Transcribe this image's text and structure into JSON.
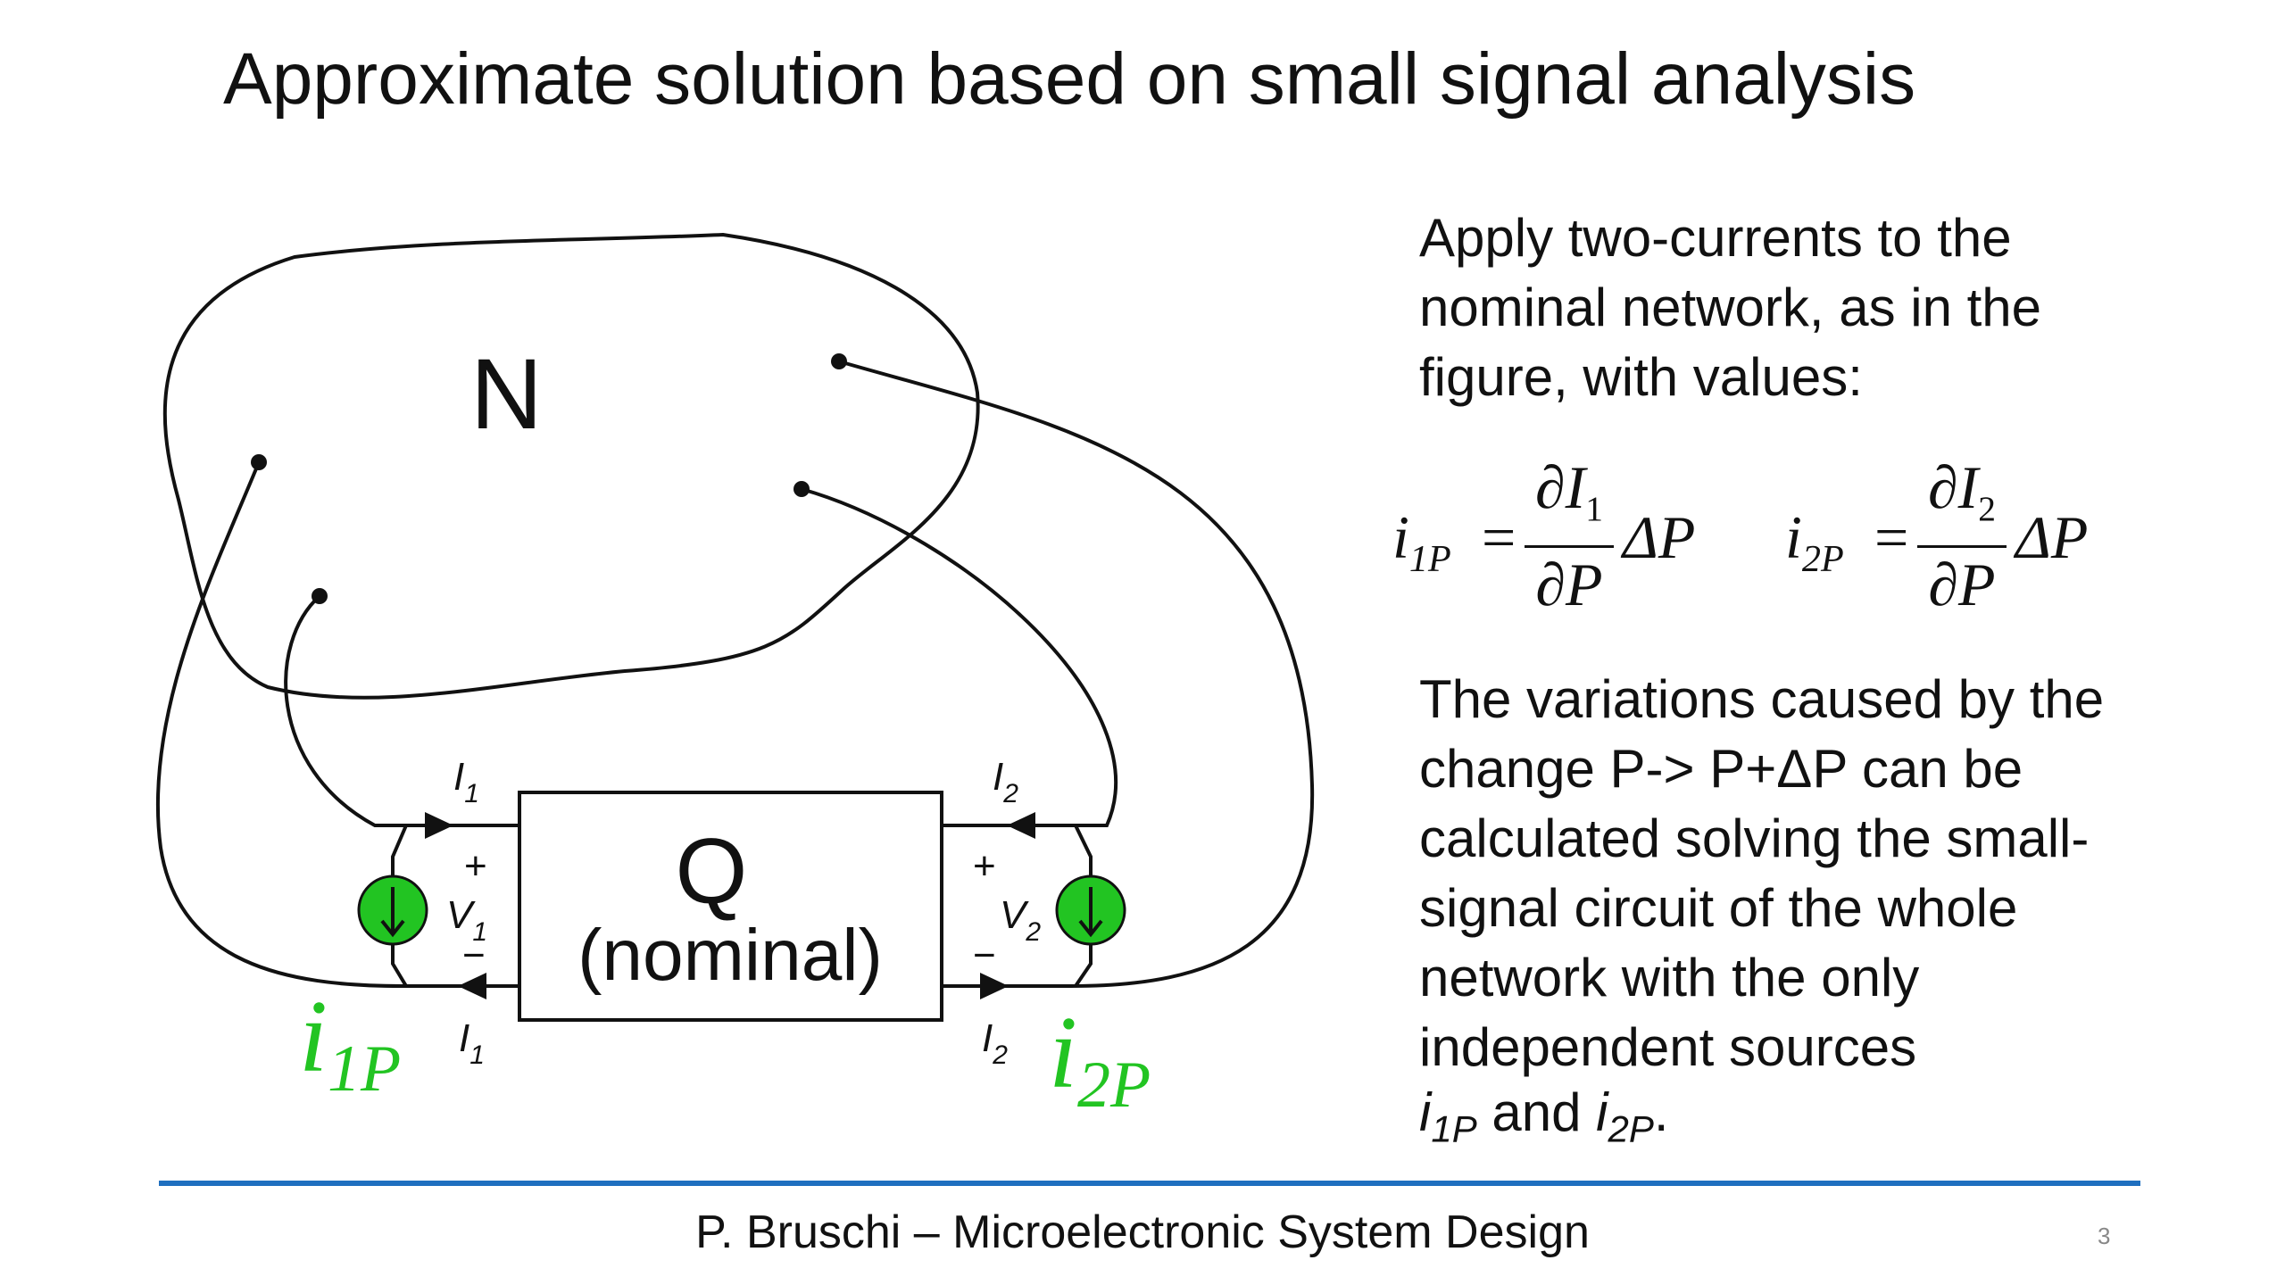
{
  "slide": {
    "title": "Approximate solution based on small signal analysis",
    "page_number": "3",
    "footer": "P. Bruschi – Microelectronic System Design",
    "accent_color": "#1f6fbf",
    "source_color": "#22c422"
  },
  "diagram": {
    "network_label": "N",
    "block_label": "Q",
    "block_sublabel": "(nominal)",
    "port1": {
      "current": "I",
      "current_sub": "1",
      "voltage": "V",
      "voltage_sub": "1",
      "plus": "+",
      "minus": "−"
    },
    "port2": {
      "current": "I",
      "current_sub": "2",
      "voltage": "V",
      "voltage_sub": "2",
      "plus": "+",
      "minus": "−"
    },
    "source1_label": "i",
    "source1_sub": "1P",
    "source2_label": "i",
    "source2_sub": "2P"
  },
  "text": {
    "para1": "Apply two-currents to the nominal network, as in the figure, with values:",
    "para2": "The variations caused by the change P-> P+ΔP can be calculated solving the small-signal circuit of the whole network with the only independent sources",
    "para3_var1": "i",
    "para3_var1_sub": "1P",
    "para3_and": " and ",
    "para3_var2": "i",
    "para3_var2_sub": "2P",
    "para3_end": "."
  },
  "formulas": [
    {
      "lhs": "i",
      "lhs_sub": "1P",
      "eq": "=",
      "num": "∂I",
      "num_sub": "1",
      "den": "∂P",
      "rhs": "ΔP"
    },
    {
      "lhs": "i",
      "lhs_sub": "2P",
      "eq": "=",
      "num": "∂I",
      "num_sub": "2",
      "den": "∂P",
      "rhs": "ΔP"
    }
  ]
}
